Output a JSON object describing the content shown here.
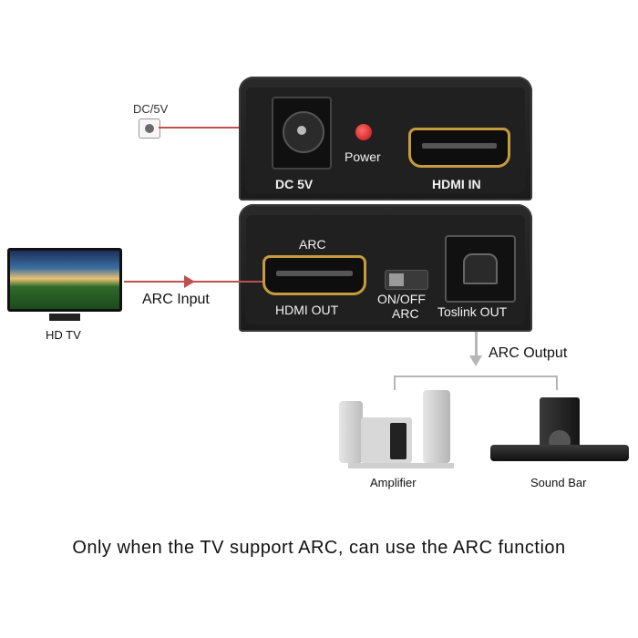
{
  "labels": {
    "dc5v_small": "DC/5V",
    "dc5v_panel": "DC 5V",
    "power": "Power",
    "hdmi_in": "HDMI IN",
    "arc_port": "ARC",
    "hdmi_out": "HDMI OUT",
    "onoff": "ON/OFF",
    "onoff_arc": "ARC",
    "toslink_out": "Toslink OUT",
    "arc_input": "ARC Input",
    "hd_tv": "HD TV",
    "arc_output": "ARC Output",
    "amplifier": "Amplifier",
    "sound_bar": "Sound Bar",
    "footer": "Only when the TV support ARC, can use the ARC function"
  },
  "colors": {
    "device_body": "#222222",
    "hdmi_gold": "#c79a3c",
    "power_led": "#e02020",
    "connector_line": "#c0504d",
    "output_line": "#b6b6b6"
  }
}
